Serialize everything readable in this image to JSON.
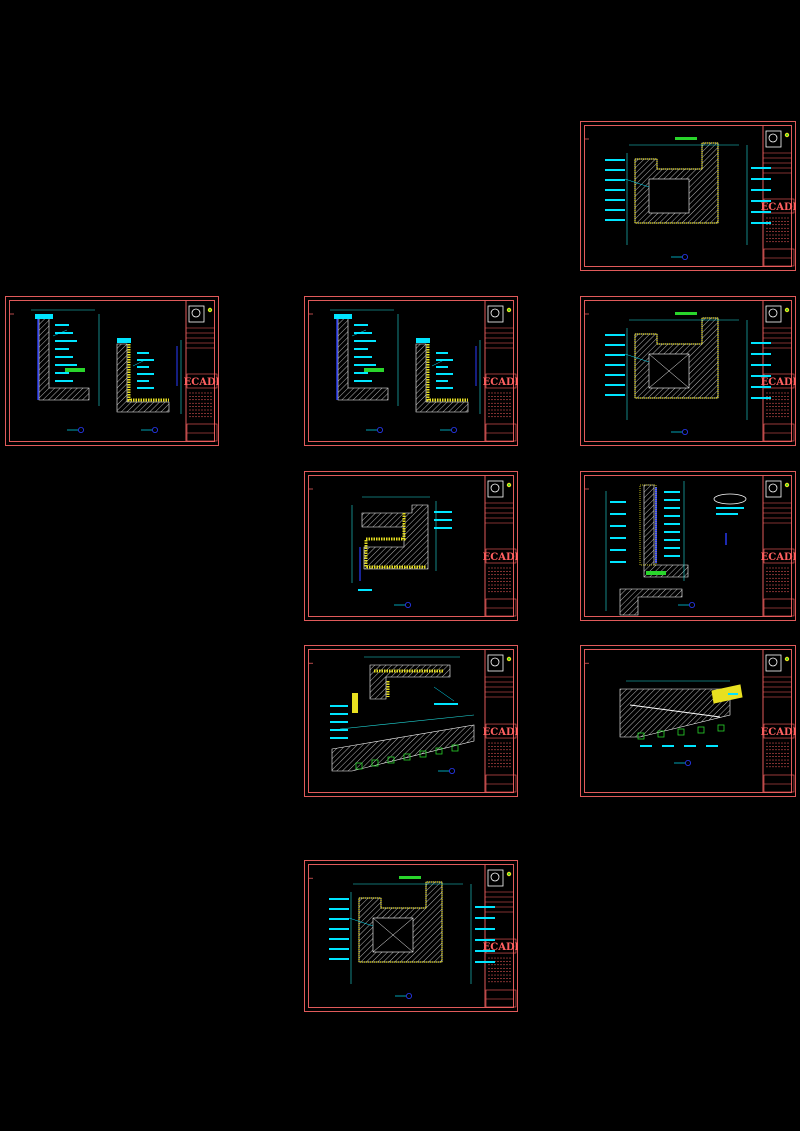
{
  "canvas": {
    "background": "#000000"
  },
  "colors": {
    "frame": "#e05a5a",
    "titleblock": "#ff6060",
    "hatch": "#ffffff",
    "insulation": "#e8e020",
    "dim": "#20e0e0",
    "annot": "#00e5ff",
    "green": "#29d52b",
    "blue": "#2a3cff"
  },
  "brand": "ECADI",
  "sheets": [
    {
      "id": "s1",
      "type": "plan-box"
    },
    {
      "id": "s2",
      "type": "wall-section-pair"
    },
    {
      "id": "s3",
      "type": "wall-section-pair"
    },
    {
      "id": "s4",
      "type": "plan-box-x"
    },
    {
      "id": "s5",
      "type": "step-section"
    },
    {
      "id": "s6",
      "type": "wall-callout"
    },
    {
      "id": "s7",
      "type": "sloped-section"
    },
    {
      "id": "s8",
      "type": "sloped-section-small"
    },
    {
      "id": "s9",
      "type": "plan-box-x"
    }
  ]
}
